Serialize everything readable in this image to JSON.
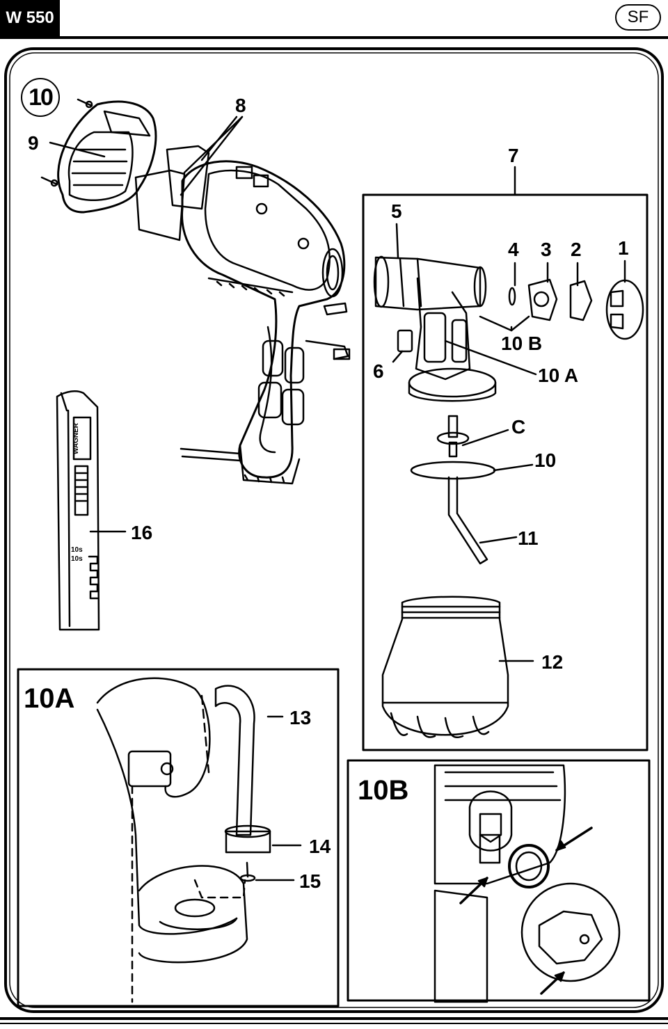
{
  "header": {
    "model": "W 550",
    "language": "SF"
  },
  "figure": {
    "number": "10",
    "labels": {
      "l1": "1",
      "l2": "2",
      "l3": "3",
      "l4": "4",
      "l5": "5",
      "l6": "6",
      "l7": "7",
      "l8": "8",
      "l9": "9",
      "l10": "10",
      "l10a": "10 A",
      "l10b": "10 B",
      "l11": "11",
      "l12": "12",
      "l13": "13",
      "l14": "14",
      "l15": "15",
      "l16": "16",
      "lc": "C"
    },
    "insets": {
      "a": "10A",
      "b": "10B"
    },
    "viscosity_cup": {
      "brand": "WAGNER",
      "mark1": "10s",
      "mark2": "10s"
    }
  }
}
